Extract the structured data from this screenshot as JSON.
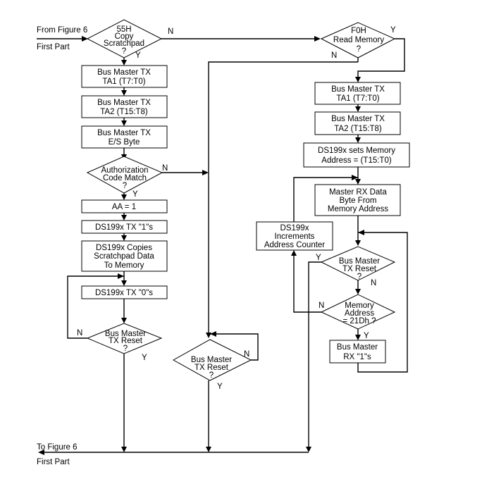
{
  "connectors": {
    "from_figure": "From Figure 6",
    "from_part": "First Part",
    "to_figure": "To Figure 6",
    "to_part": "First Part"
  },
  "left": {
    "copy_decision": [
      "55H",
      "Copy",
      "Scratchpad",
      "?"
    ],
    "tx_ta1": [
      "Bus Master TX",
      "TA1 (T7:T0)"
    ],
    "tx_ta2": [
      "Bus Master TX",
      "TA2 (T15:T8)"
    ],
    "tx_es": [
      "Bus Master TX",
      "E/S Byte"
    ],
    "auth_decision": [
      "Authorization",
      "Code Match",
      "?"
    ],
    "aa_set": "AA = 1",
    "tx_ones": "DS199x TX \"1\"s",
    "copies": [
      "DS199x Copies",
      "Scratchpad Data",
      "To Memory"
    ],
    "tx_zeros": "DS199x TX \"0\"s",
    "reset_decision": [
      "Bus Master",
      "TX Reset",
      "?"
    ]
  },
  "middle": {
    "reset_decision": [
      "Bus Master",
      "TX Reset",
      "?"
    ]
  },
  "right": {
    "read_decision": [
      "F0H",
      "Read Memory",
      "?"
    ],
    "tx_ta1": [
      "Bus Master TX",
      "TA1 (T7:T0)"
    ],
    "tx_ta2": [
      "Bus Master TX",
      "TA2 (T15:T8)"
    ],
    "sets_address": [
      "DS199x sets Memory",
      "Address = (T15:T0)"
    ],
    "rx_data": [
      "Master RX Data",
      "Byte From",
      "Memory Address"
    ],
    "increments": [
      "DS199x",
      "Increments",
      "Address Counter"
    ],
    "reset_decision": [
      "Bus Master",
      "TX Reset",
      "?"
    ],
    "address_decision": [
      "Memory",
      "Address",
      "= 21Dh ?"
    ],
    "rx_ones": [
      "Bus Master",
      "RX \"1\"s"
    ]
  },
  "branches": {
    "yes": "Y",
    "no": "N"
  }
}
